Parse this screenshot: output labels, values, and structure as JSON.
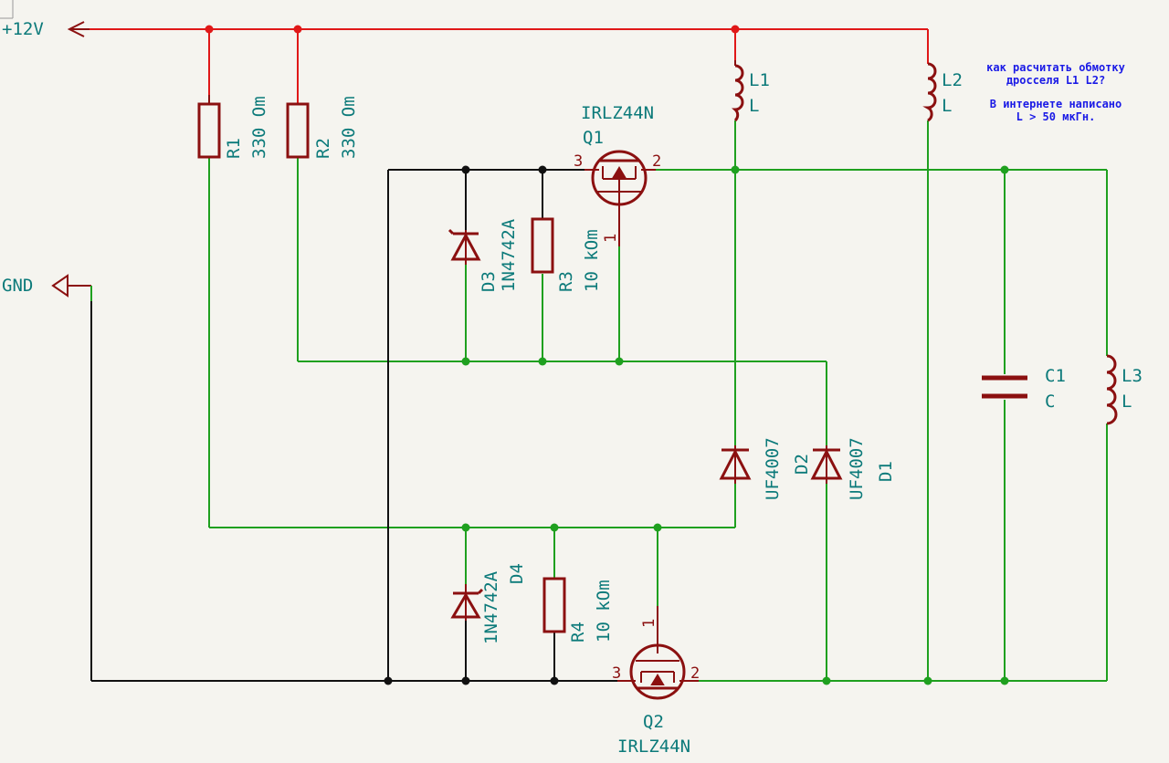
{
  "power": {
    "vcc": "+12V",
    "gnd": "GND"
  },
  "components": {
    "R1": {
      "ref": "R1",
      "value": "330 Om"
    },
    "R2": {
      "ref": "R2",
      "value": "330 Om"
    },
    "R3": {
      "ref": "R3",
      "value": "10 kOm"
    },
    "R4": {
      "ref": "R4",
      "value": "10 kOm"
    },
    "D1": {
      "ref": "D1",
      "value": "UF4007"
    },
    "D2": {
      "ref": "D2",
      "value": "UF4007"
    },
    "D3": {
      "ref": "D3",
      "value": "1N4742A"
    },
    "D4": {
      "ref": "D4",
      "value": "1N4742A"
    },
    "Q1": {
      "ref": "Q1",
      "value": "IRLZ44N",
      "pins": [
        "1",
        "2",
        "3"
      ]
    },
    "Q2": {
      "ref": "Q2",
      "value": "IRLZ44N",
      "pins": [
        "1",
        "2",
        "3"
      ]
    },
    "L1": {
      "ref": "L1",
      "value": "L"
    },
    "L2": {
      "ref": "L2",
      "value": "L"
    },
    "L3": {
      "ref": "L3",
      "value": "L"
    },
    "C1": {
      "ref": "C1",
      "value": "C"
    }
  },
  "note": {
    "line1": "как расчитать обмотку",
    "line2": "дросселя L1 L2?",
    "line3": "В интернете написано",
    "line4": "L > 50 мкГн."
  },
  "colors": {
    "wire_power": "#e01818",
    "wire_net": "#1fa01f",
    "wire_ground": "#111111",
    "symbol": "#8b1010",
    "label": "#0c7a7a",
    "note": "#1a1ae6",
    "background": "#f5f4ef"
  }
}
